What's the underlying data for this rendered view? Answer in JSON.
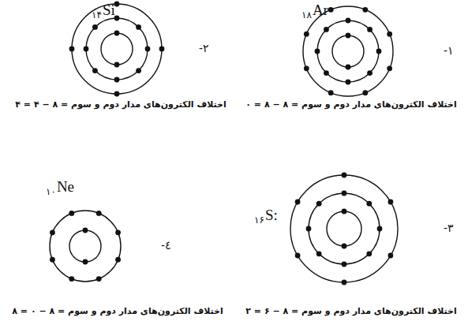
{
  "diagram": {
    "labels": [
      "۱۴",
      "Si",
      "-۲",
      "اختلاف الکترون‌های مدار دوم و سوم = ۸ − ۴ = ۴",
      "۱۸",
      "Ar",
      "-۱",
      "اختلاف الکترون‌های مدار دوم و سوم = ۸ − ۸ = ۰",
      "۱۰",
      "Ne",
      "-٤",
      "اختلاف الکترون‌های مدار دوم و سوم = ۸ − ۰ = ۸",
      "۱۶",
      "S:",
      "-۳",
      "اختلاف الکترون‌های مدار دوم و سوم = ۸ − ۶ = ۲"
    ]
  }
}
